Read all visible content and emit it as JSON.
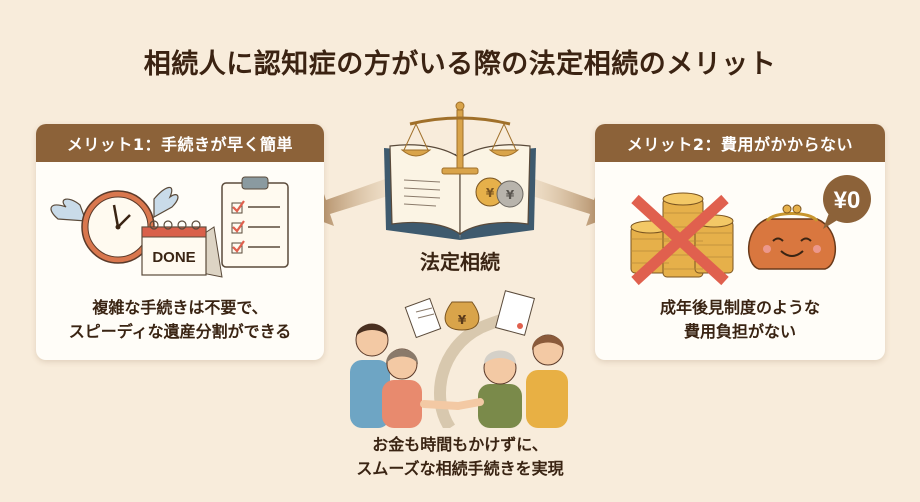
{
  "title": "相続人に認知症の方がいる際の法定相続のメリット",
  "center": {
    "label": "法定相続",
    "icon": "law-book-scales-icon"
  },
  "merits": [
    {
      "header": "メリット1：手続きが早く簡単",
      "text_line1": "複雑な手続きは不要で、",
      "text_line2": "スピーディな遺産分割ができる",
      "icons": [
        "winged-clock-icon",
        "calendar-done-icon",
        "checklist-clipboard-icon"
      ],
      "calendar_label": "DONE"
    },
    {
      "header": "メリット2：費用がかからない",
      "text_line1": "成年後見制度のような",
      "text_line2": "費用負担がない",
      "icons": [
        "crossed-coins-icon",
        "smiling-purse-icon",
        "zero-yen-bubble-icon"
      ],
      "bubble_label": "¥0"
    }
  ],
  "bottom": {
    "line1": "お金も時間もかけずに、",
    "line2": "スムーズな相続手続きを実現",
    "icons": [
      "family-handshake-icon",
      "documents-icon",
      "money-bag-icon",
      "certificate-icon"
    ],
    "money_bag_label": "¥"
  },
  "colors": {
    "background": "#f8ecdb",
    "header": "#8c6239",
    "card": "#fffdf8",
    "text": "#3a2413",
    "accent_red": "#e0604e",
    "coin": "#e6b04a"
  }
}
